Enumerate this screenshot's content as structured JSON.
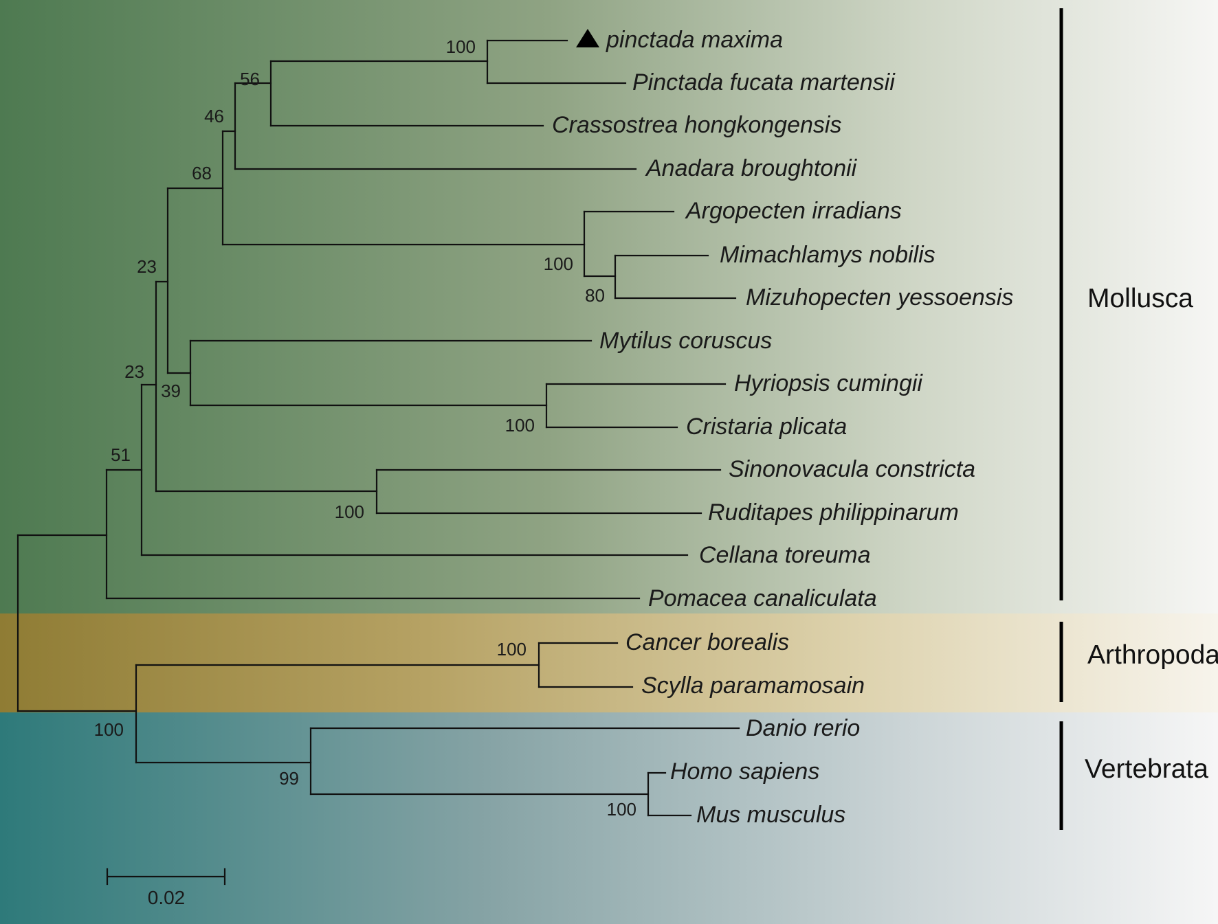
{
  "tree": {
    "taxa": [
      "pinctada maxima",
      "Pinctada fucata martensii",
      "Crassostrea hongkongensis",
      "Anadara broughtonii",
      "Argopecten irradians",
      "Mimachlamys nobilis",
      "Mizuhopecten yessoensis",
      "Mytilus coruscus",
      "Hyriopsis cumingii",
      "Cristaria plicata",
      "Sinonovacula constricta",
      "Ruditapes philippinarum",
      "Cellana toreuma",
      "Pomacea canaliculata",
      "Cancer borealis",
      "Scylla paramamosain",
      "Danio rerio",
      "Homo sapiens",
      "Mus musculus"
    ],
    "highlight_marker": "filled-triangle-icon",
    "bootstrap_values": [
      "100",
      "56",
      "46",
      "68",
      "100",
      "80",
      "23",
      "39",
      "100",
      "23",
      "100",
      "51",
      "100",
      "100",
      "99",
      "100"
    ]
  },
  "clades": [
    {
      "name": "Mollusca"
    },
    {
      "name": "Arthropoda"
    },
    {
      "name": "Vertebrata"
    }
  ],
  "scale_bar": {
    "label": "0.02"
  },
  "colors": {
    "mollusca_start": "#4e7a51",
    "arthropoda_start": "#8f7c34",
    "vertebrata_start": "#2e7a7a",
    "fade_end": "#f4f4f2"
  }
}
